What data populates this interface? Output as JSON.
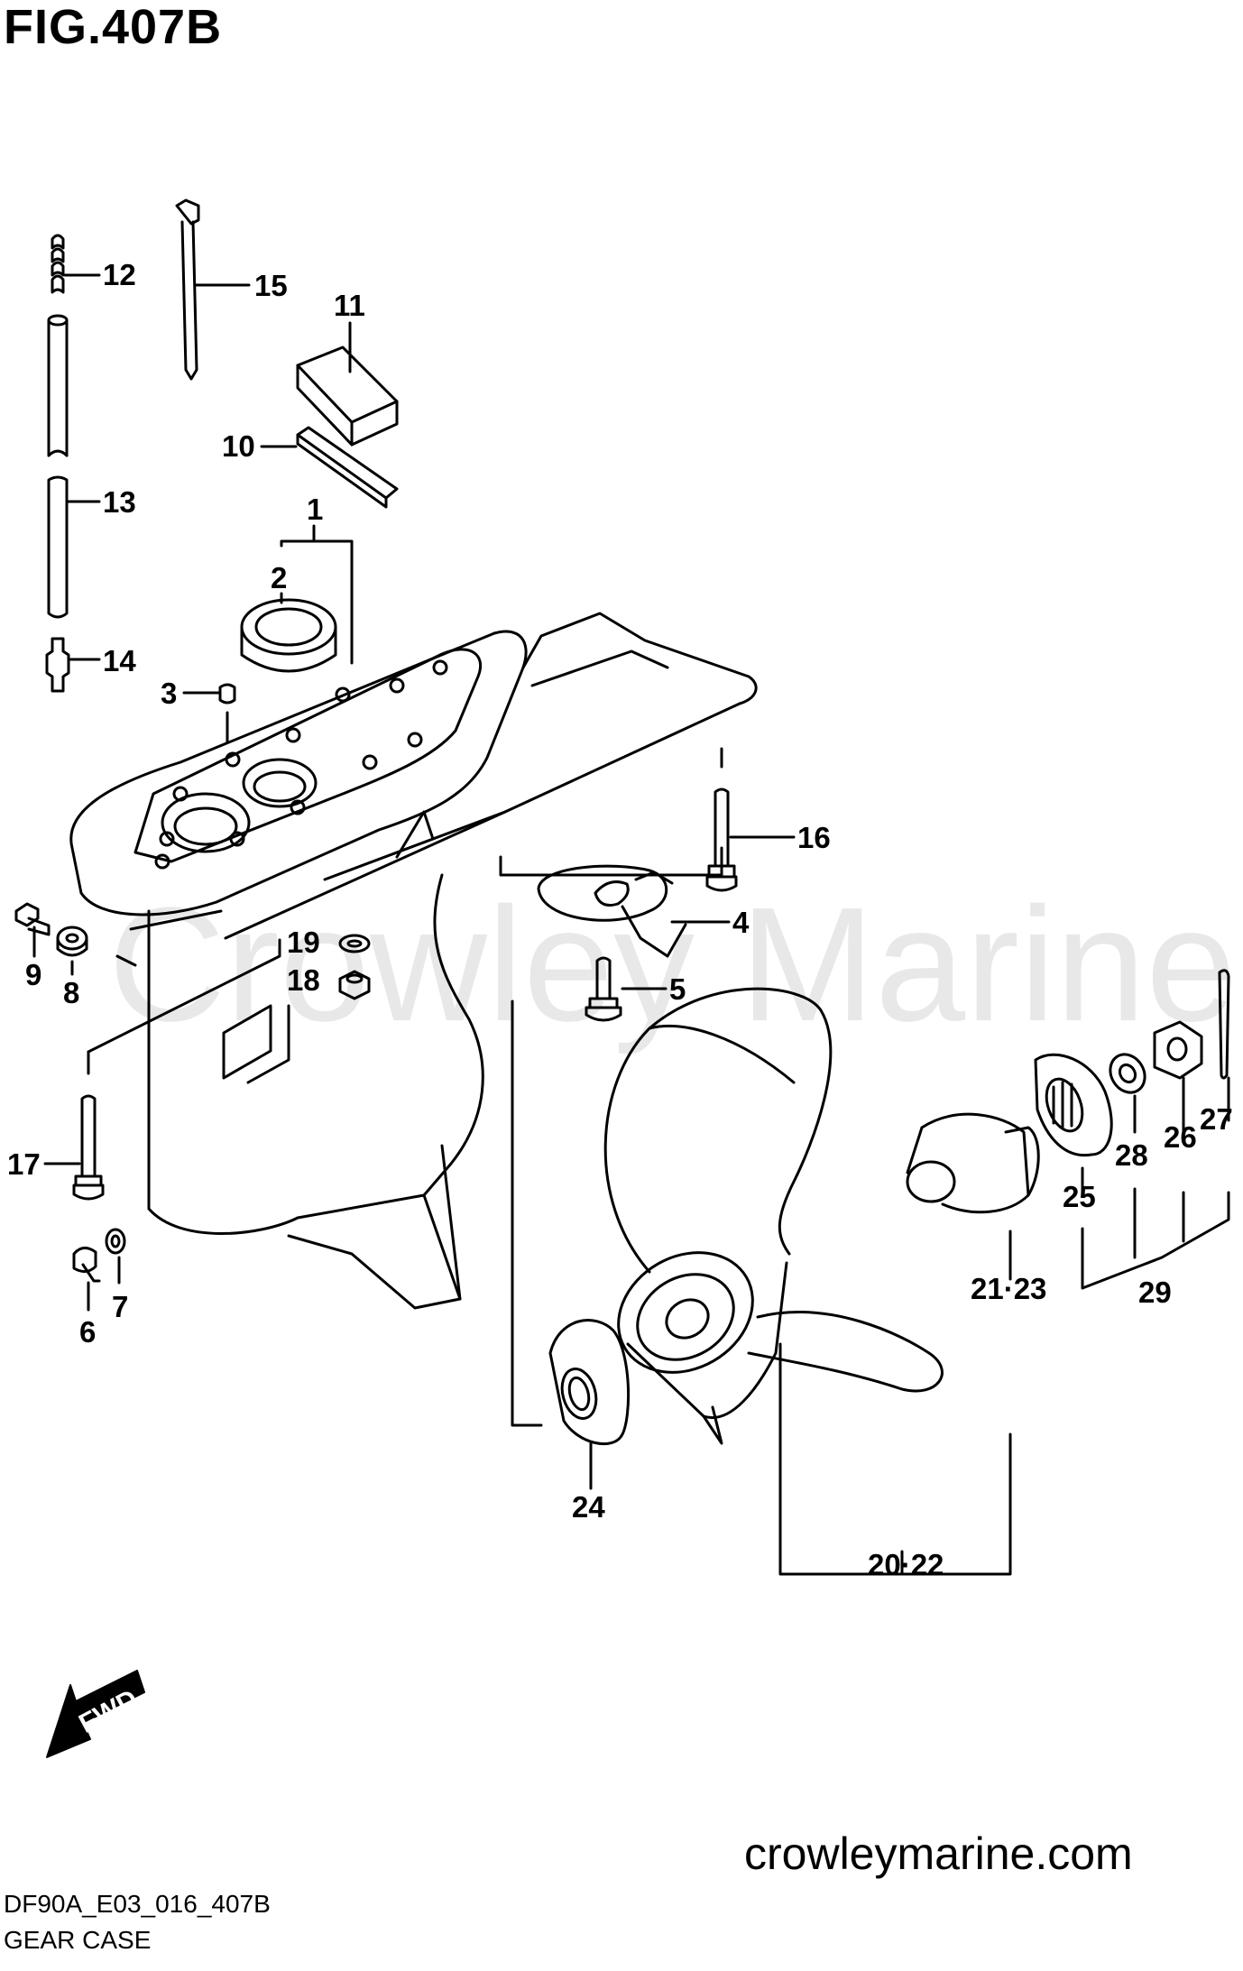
{
  "figure_title": "FIG.407B",
  "watermark": "Crowley Marine",
  "site": "crowleymarine.com",
  "model_code": "DF90A_E03_016_407B",
  "caption": "GEAR CASE",
  "fwd_arrow": "FWD",
  "callouts": {
    "p1": "1",
    "p2": "2",
    "p3": "3",
    "p4": "4",
    "p5": "5",
    "p6": "6",
    "p7": "7",
    "p8": "8",
    "p9": "9",
    "p10": "10",
    "p11": "11",
    "p12": "12",
    "p13": "13",
    "p14": "14",
    "p15": "15",
    "p16": "16",
    "p17": "17",
    "p18": "18",
    "p19": "19",
    "p20_22": "20·22",
    "p21_23": "21·23",
    "p24": "24",
    "p25": "25",
    "p26": "26",
    "p27": "27",
    "p28": "28",
    "p29": "29"
  }
}
